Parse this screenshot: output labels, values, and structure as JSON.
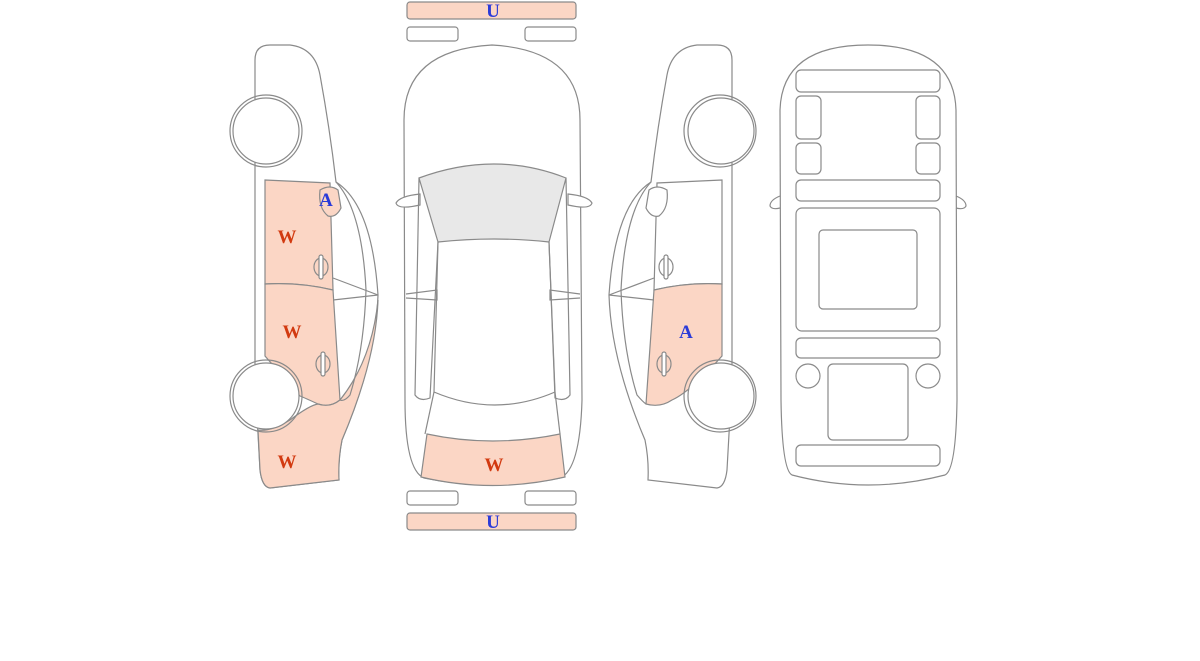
{
  "diagram": {
    "marks": {
      "left_front_door": "W",
      "left_mirror": "A",
      "left_rear_door": "W",
      "left_rear_quarter": "W",
      "rear_bumper_top_view": "W",
      "right_rear_door": "A",
      "front_bumper": "U",
      "rear_bumper": "U"
    },
    "colors": {
      "damage_fill": "#fbd6c5",
      "outline": "#8a8a8a",
      "windshield": "#e8e8e8",
      "mark_w": "#d23a10",
      "mark_a_u": "#2b3bd8"
    }
  }
}
